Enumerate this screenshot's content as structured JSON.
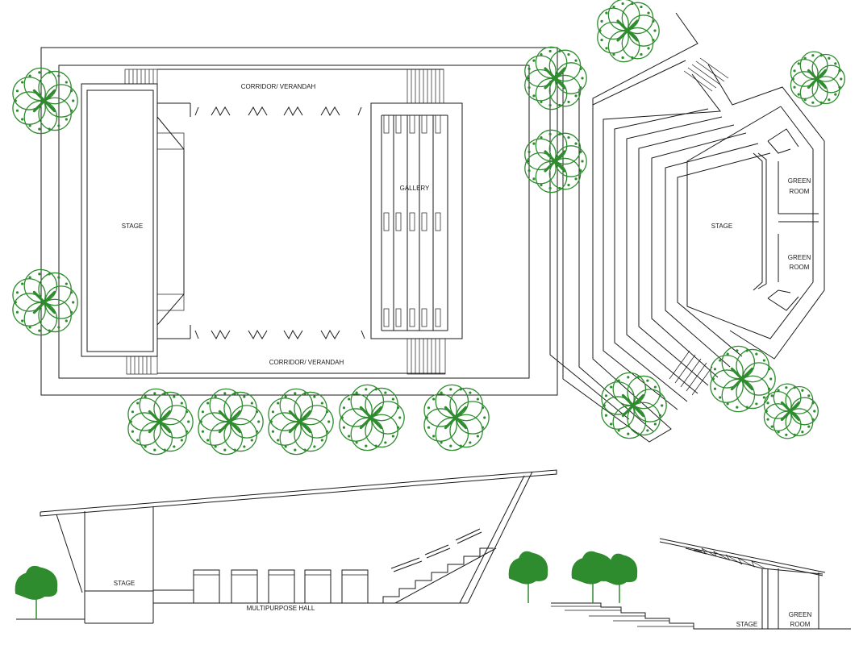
{
  "plan_left": {
    "corridor_top": "CORRIDOR/ VERANDAH",
    "corridor_bottom": "CORRIDOR/ VERANDAH",
    "stage": "STAGE",
    "gallery": "GALLERY"
  },
  "plan_right": {
    "stage": "STAGE",
    "green_room_1": [
      "GREEN",
      "ROOM"
    ],
    "green_room_2": [
      "GREEN",
      "ROOM"
    ]
  },
  "section_left": {
    "stage": "STAGE",
    "hall": "MULTIPURPOSE HALL"
  },
  "section_right": {
    "stage": "STAGE",
    "green_room": [
      "GREEN",
      "ROOM"
    ]
  },
  "colors": {
    "line": "#1a1a1a",
    "tree": "#2e8b2e",
    "background": "#ffffff"
  }
}
